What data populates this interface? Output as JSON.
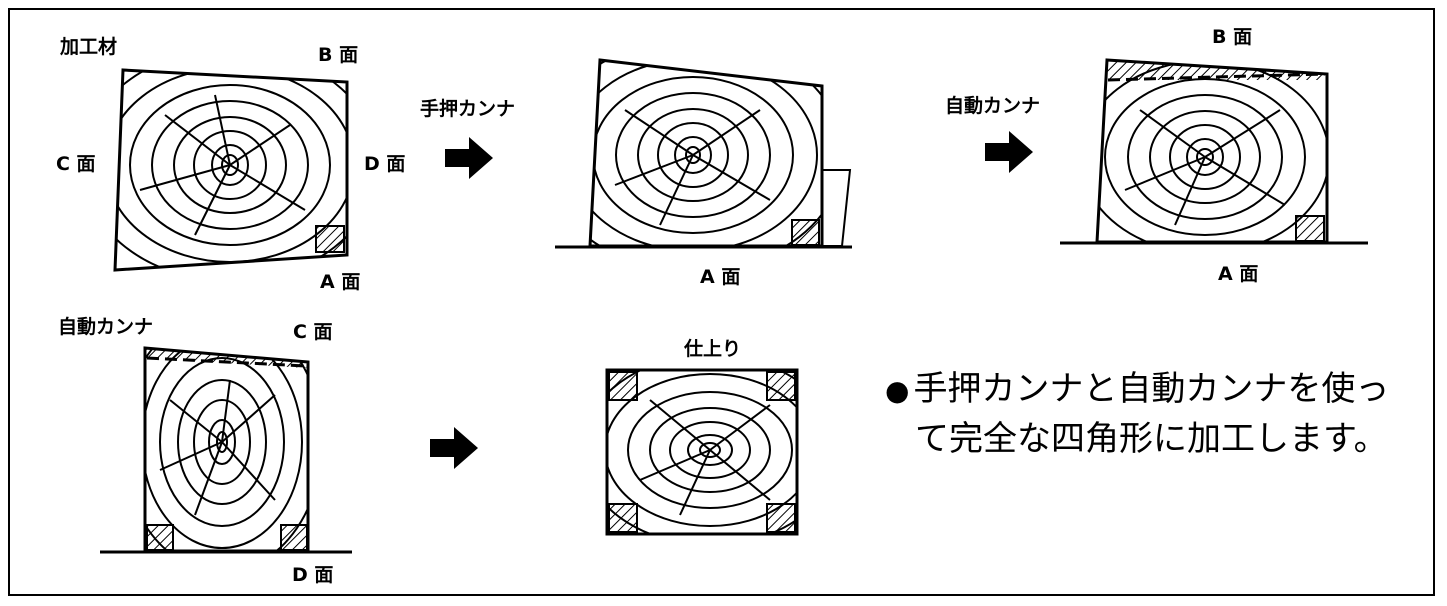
{
  "stage1": {
    "title": "加工材",
    "face_b": "B 面",
    "face_c": "C 面",
    "face_d": "D 面",
    "face_a": "A 面"
  },
  "step1": {
    "tool": "手押カンナ"
  },
  "stage2": {
    "face_a": "A 面"
  },
  "step2": {
    "tool": "自動カンナ"
  },
  "stage3": {
    "face_b": "B 面",
    "face_a": "A 面"
  },
  "step3": {
    "tool": "自動カンナ"
  },
  "stage4": {
    "face_c": "C 面",
    "face_d": "D 面"
  },
  "stage5": {
    "title": "仕上り"
  },
  "note": {
    "bullet": "●",
    "line1": "手押カンナと自動カンナを使っ",
    "line2": "て完全な四角形に加工します。"
  }
}
